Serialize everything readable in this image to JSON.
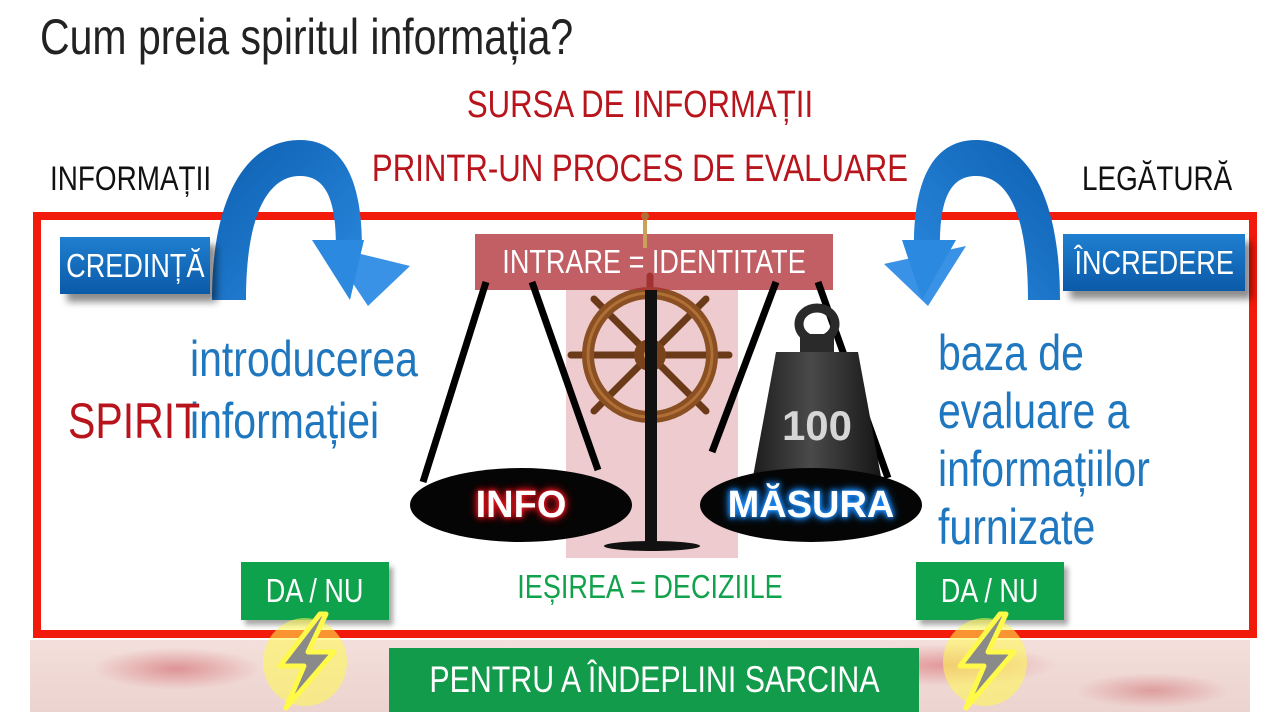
{
  "title": "Cum preia spiritul informația?",
  "header": {
    "source": "SURSA DE INFORMAȚII",
    "process": "PRINTR-UN PROCES DE EVALUARE"
  },
  "left": {
    "label": "INFORMAȚII",
    "button": "CREDINȚĂ",
    "spirit": "SPIRIT",
    "intro_line1": "introducerea",
    "intro_line2": "informației",
    "decision": "DA / NU"
  },
  "right": {
    "label": "LEGĂTURĂ",
    "button": "ÎNCREDERE",
    "desc_line1": "baza de",
    "desc_line2": "evaluare a",
    "desc_line3": "informațiilor",
    "desc_line4": "furnizate",
    "decision": "DA / NU"
  },
  "center": {
    "input": "INTRARE = IDENTITATE",
    "pan_left": "INFO",
    "pan_right": "MĂSURA",
    "weight_value": "100",
    "output": "IEȘIREA = DECIZIILE"
  },
  "footer": {
    "task": "PENTRU A ÎNDEPLINI SARCINA"
  },
  "colors": {
    "frame": "#f21a0a",
    "title_red": "#b8141c",
    "blue_text": "#1f77c0",
    "green": "#0fa24c"
  },
  "icons": [
    "curved-arrow-left-icon",
    "curved-arrow-right-icon",
    "ships-wheel-icon",
    "weight-icon",
    "lightning-icon"
  ]
}
